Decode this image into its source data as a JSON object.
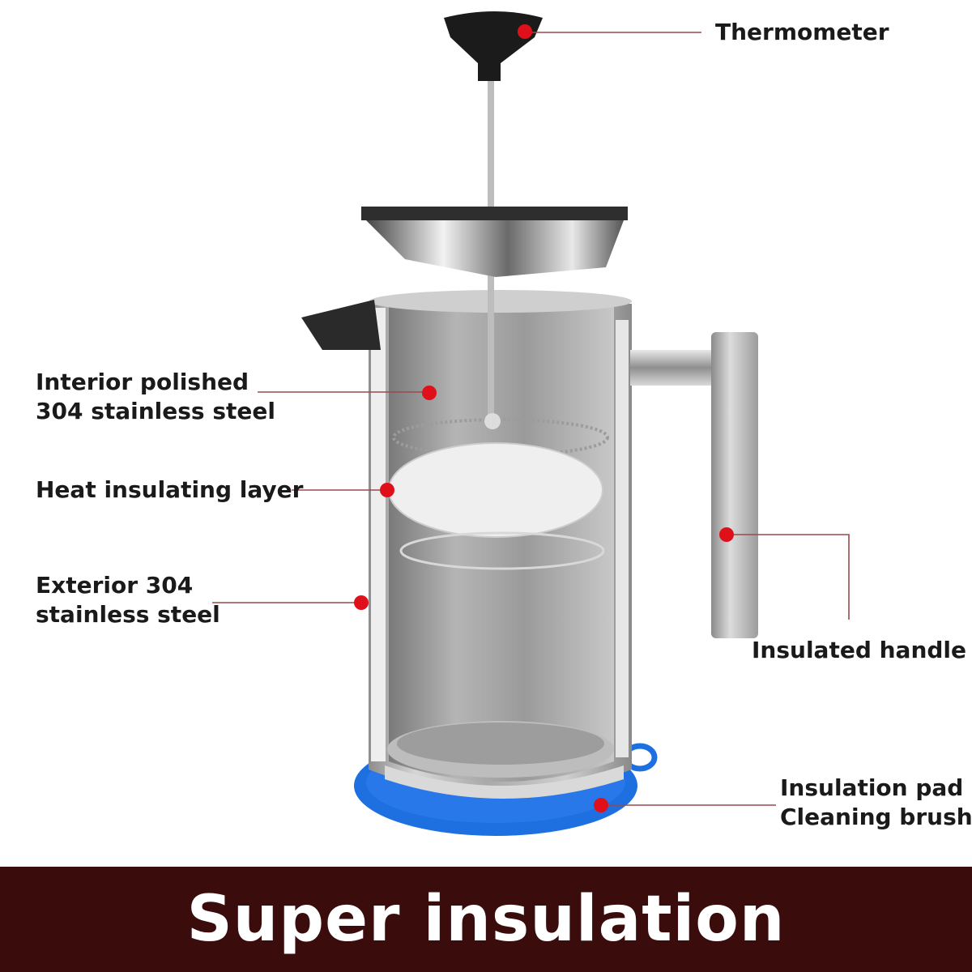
{
  "labels": {
    "thermometer": "Thermometer",
    "interior": [
      "Interior polished",
      "304 stainless steel"
    ],
    "heat_layer": "Heat insulating layer",
    "exterior": [
      "Exterior 304",
      "stainless steel"
    ],
    "handle": "Insulated handle",
    "pad": [
      "Insulation pad",
      "Cleaning brush"
    ]
  },
  "banner": {
    "title": "Super insulation"
  },
  "colors": {
    "callout_dot": "#e0101a",
    "leader_line": "#9a4a4a",
    "banner_bg": "#3a0c0c",
    "silicone_pad": "#1e6fe0",
    "steel": "#b9b9b9",
    "knob": "#1a1a1a"
  },
  "icons": [
    "french-press-illustration",
    "callout-dot"
  ]
}
